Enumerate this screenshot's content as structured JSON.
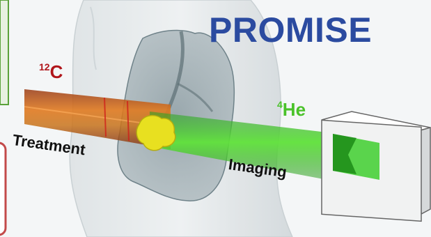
{
  "title": "PROMISE",
  "beams": {
    "carbon": {
      "mass": "12",
      "symbol": "C",
      "role": "Treatment",
      "color": "#b0151a"
    },
    "helium": {
      "mass": "4",
      "symbol": "He",
      "role": "Imaging",
      "color": "#4ac22a"
    }
  },
  "colors": {
    "title": "#2b4ba0",
    "tumor": "#e8e020",
    "detector": "#ffffff"
  },
  "icons": [
    "body-silhouette-icon",
    "lung-icon",
    "tumor-icon",
    "detector-box-icon"
  ]
}
